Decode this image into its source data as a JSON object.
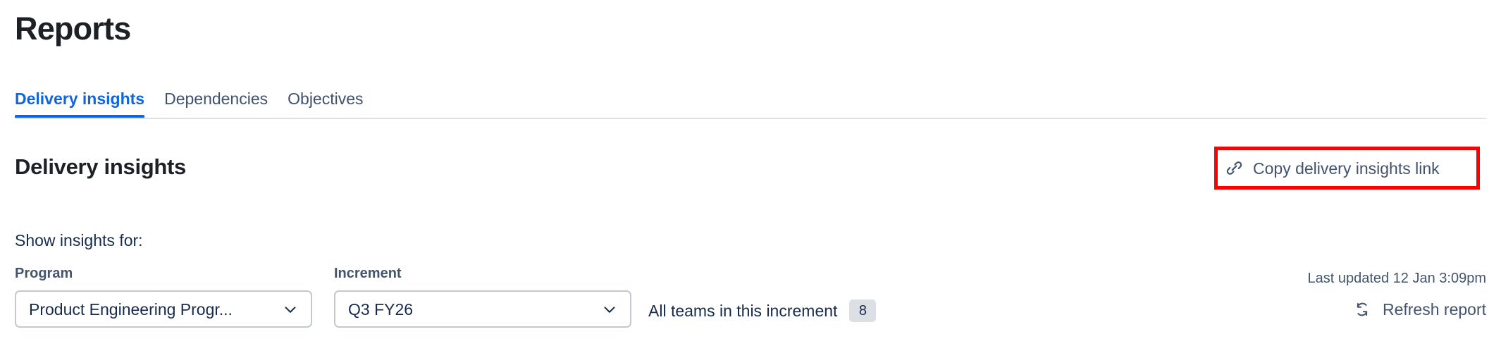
{
  "page": {
    "title": "Reports"
  },
  "tabs": [
    {
      "label": "Delivery insights",
      "active": true
    },
    {
      "label": "Dependencies",
      "active": false
    },
    {
      "label": "Objectives",
      "active": false
    }
  ],
  "section": {
    "heading": "Delivery insights",
    "copy_link_label": "Copy delivery insights link",
    "copy_link_icon": "link-icon",
    "highlight_color": "#ff0000"
  },
  "filters": {
    "intro_label": "Show insights for:",
    "program": {
      "label": "Program",
      "value": "Product Engineering Progr...",
      "icon": "chevron-down-icon"
    },
    "increment": {
      "label": "Increment",
      "value": "Q3 FY26",
      "icon": "chevron-down-icon"
    },
    "teams": {
      "label": "All teams in this increment",
      "count": "8"
    }
  },
  "meta": {
    "last_updated": "Last updated 12 Jan 3:09pm",
    "refresh_label": "Refresh report",
    "refresh_icon": "refresh-icon"
  },
  "colors": {
    "accent": "#0c66e4",
    "text": "#172b4d",
    "muted": "#44546f",
    "border": "#c3c8d1",
    "badge_bg": "#dcdfe4",
    "highlight": "#ff0000"
  }
}
